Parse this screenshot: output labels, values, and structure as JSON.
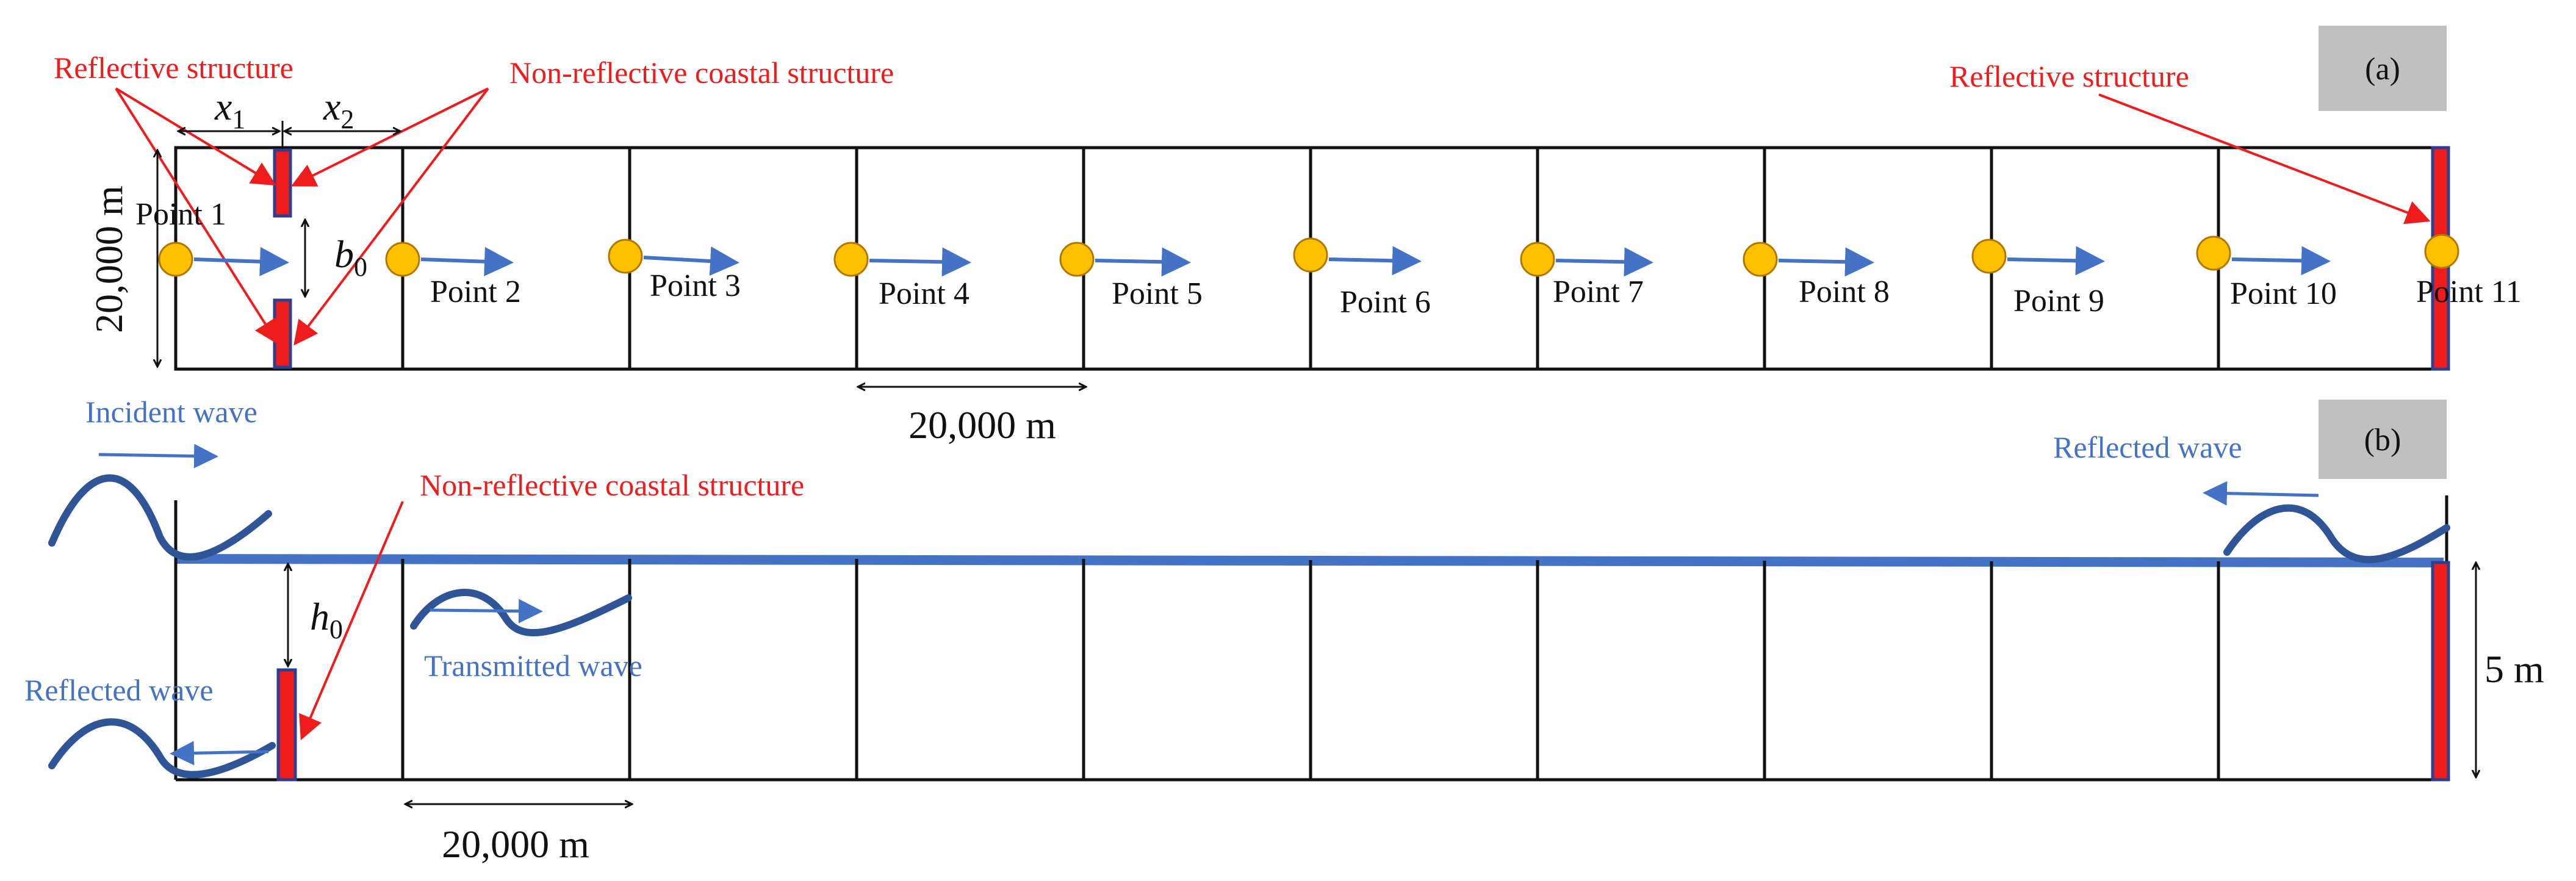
{
  "panel_a": {
    "tag": "(a)",
    "label_reflective_left": "Reflective structure",
    "label_nonreflective": "Non-reflective coastal structure",
    "label_reflective_right": "Reflective structure",
    "x1_var": "x",
    "x1_sub": "1",
    "x2_var": "x",
    "x2_sub": "2",
    "b0_var": "b",
    "b0_sub": "0",
    "width_label": "20,000 m",
    "spacing_label": "20,000 m",
    "points": [
      "Point 1",
      "Point 2",
      "Point 3",
      "Point 4",
      "Point 5",
      "Point 6",
      "Point 7",
      "Point 8",
      "Point 9",
      "Point 10",
      "Point 11"
    ]
  },
  "panel_b": {
    "tag": "(b)",
    "label_incident": "Incident wave",
    "label_nonreflective": "Non-reflective coastal structure",
    "label_reflected_right": "Reflected wave",
    "label_reflected_left": "Reflected wave",
    "label_transmitted": "Transmitted wave",
    "h0_var": "h",
    "h0_sub": "0",
    "depth_label": "5 m",
    "spacing_label": "20,000 m"
  },
  "colors": {
    "structure": "#ee1c1c",
    "structure_edge": "#2e3f8f",
    "water": "#4472c4",
    "wave": "#2f5597",
    "arrow": "#4472c4",
    "point_fill": "#ffc000",
    "point_stroke": "#b07800",
    "tag_bg": "#c0c0c0"
  }
}
